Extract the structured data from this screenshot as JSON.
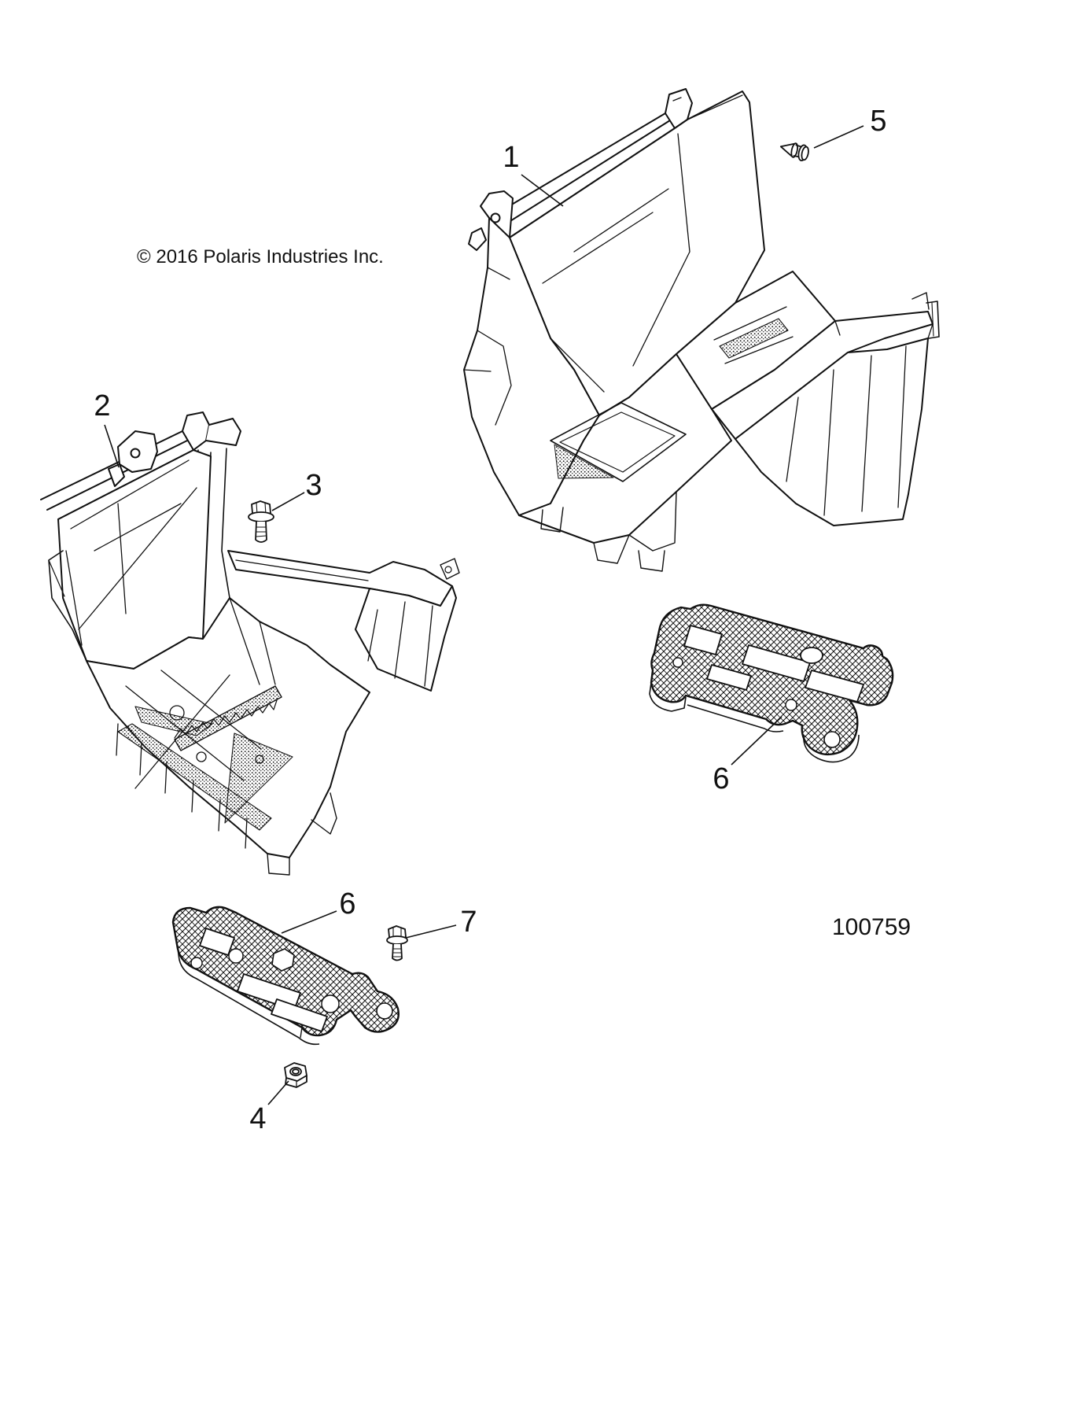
{
  "page": {
    "background_color": "#ffffff",
    "line_color": "#111111"
  },
  "diagram": {
    "type": "exploded-parts-diagram",
    "title_visible_text_only": true,
    "copyright": "© 2016 Polaris Industries Inc.",
    "drawing_number": "100759",
    "parts_shown": [
      "footwell-shell-right",
      "footwell-shell-left",
      "flange-bolt",
      "hex-nut",
      "push-rivet-screw",
      "footrest-tread-plate-right",
      "footrest-tread-plate-left",
      "flange-bolt-small"
    ],
    "callouts": [
      {
        "label": "1"
      },
      {
        "label": "2"
      },
      {
        "label": "3"
      },
      {
        "label": "4"
      },
      {
        "label": "5"
      },
      {
        "label": "6"
      },
      {
        "label": "6"
      },
      {
        "label": "7"
      }
    ]
  }
}
